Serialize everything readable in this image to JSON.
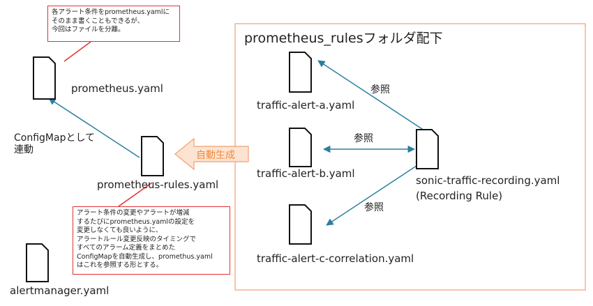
{
  "callout_top": {
    "lines": [
      "各アラート条件をprometheus.yamlに",
      "そのまま書くこともできるが、",
      "今回はファイルを分離。"
    ]
  },
  "callout_bottom": {
    "lines": [
      "アラート条件の変更やアラートが増減",
      "するたびにprometheus.yamlの設定を",
      "変更しなくても良いように、",
      "アラートルール変更反映のタイミングで",
      "すべてのアラーム定義をまとめた",
      "ConfigMapを自動生成し、promethus.yaml",
      "はこれを参照する形とする。"
    ]
  },
  "files": {
    "prometheus": "prometheus.yaml",
    "prometheus_rules": "prometheus-rules.yaml",
    "alertmanager": "alertmanager.yaml",
    "alert_a": "traffic-alert-a.yaml",
    "alert_b": "traffic-alert-b.yaml",
    "alert_c": "traffic-alert-c-correlation.yaml",
    "recording": "sonic-traffic-recording.yaml",
    "recording_sub": "(Recording Rule)"
  },
  "configmap_label": [
    "ConfigMapとして",
    "連動"
  ],
  "auto_generate_label": "自動生成",
  "folder_title": "prometheus_rulesフォルダ配下",
  "ref_labels": {
    "a": "参照",
    "b": "参照",
    "c": "参照"
  },
  "colors": {
    "arrow": "#2a7f9e",
    "callout_border": "#e03030",
    "folder_border": "#f0a070",
    "gen_arrow_fill": "#fde3d2",
    "gen_arrow_stroke": "#f0a070",
    "gen_text": "#f08a3c"
  }
}
